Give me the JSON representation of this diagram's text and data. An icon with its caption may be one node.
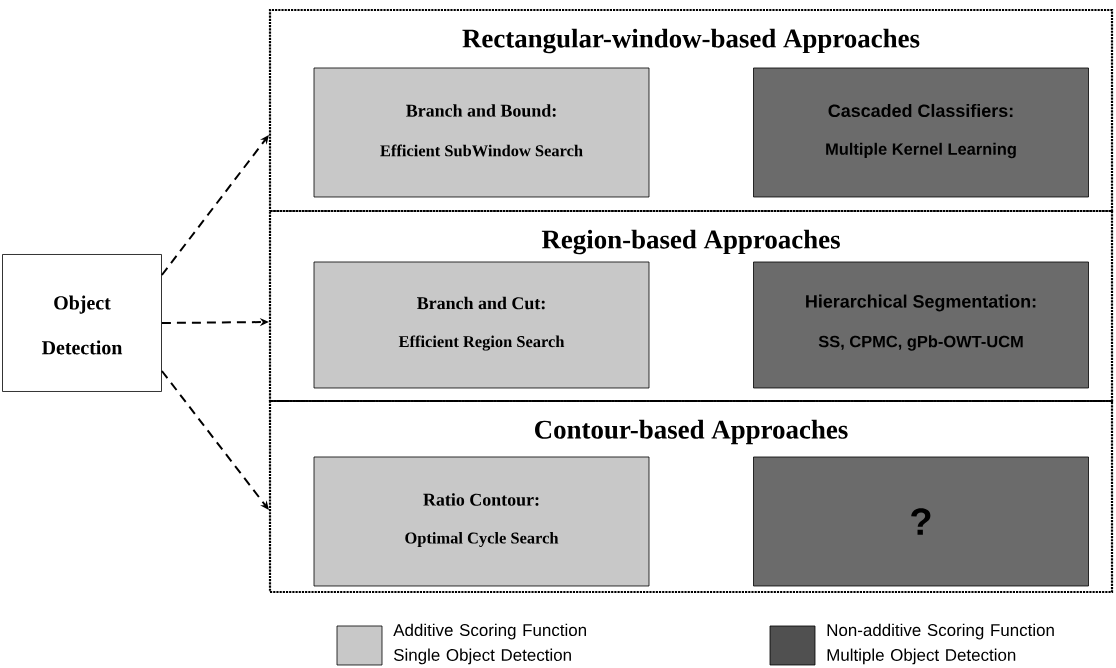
{
  "diagram": {
    "nodes": [
      {
        "text": [
          "Object Detection"
        ]
      },
      {
        "text": [
          "Rectangular-window-based Approaches"
        ]
      },
      {
        "text": [
          "Branch and Bound:",
          "Efficient SubWindow Search"
        ],
        "in": 1
      },
      {
        "text": [
          "Cascaded Classifiers:",
          "Multiple Kernel Learning"
        ],
        "in": 1
      },
      {
        "text": [
          "Region-based Approaches"
        ]
      },
      {
        "text": [
          "Branch and Cut:",
          "Efficient Region Search"
        ],
        "in": 4
      },
      {
        "text": [
          "Hierarchical Segmentation:",
          "SS, CPMC,  gPb-OWT-UCM"
        ],
        "in": 4
      },
      {
        "text": [
          "Contour-based Approaches"
        ]
      },
      {
        "text": [
          "Ratio Contour:",
          "Optimal Cycle Search"
        ],
        "in": 7
      },
      {
        "text": [
          "?"
        ],
        "in": 7
      }
    ],
    "edges": [
      {
        "from": 0,
        "to": 1,
        "arrow": "to",
        "style": "dashed"
      },
      {
        "from": 0,
        "to": 4,
        "arrow": "to",
        "style": "dashed"
      },
      {
        "from": 0,
        "to": 7,
        "arrow": "to",
        "style": "dashed"
      }
    ],
    "legend": [
      {
        "text": "Additive Scoring Function Single Object Detection",
        "color": "#c8c8c8"
      },
      {
        "text": "Non-additive Scoring Function Multiple Object Detection",
        "color": "#505050"
      }
    ]
  }
}
